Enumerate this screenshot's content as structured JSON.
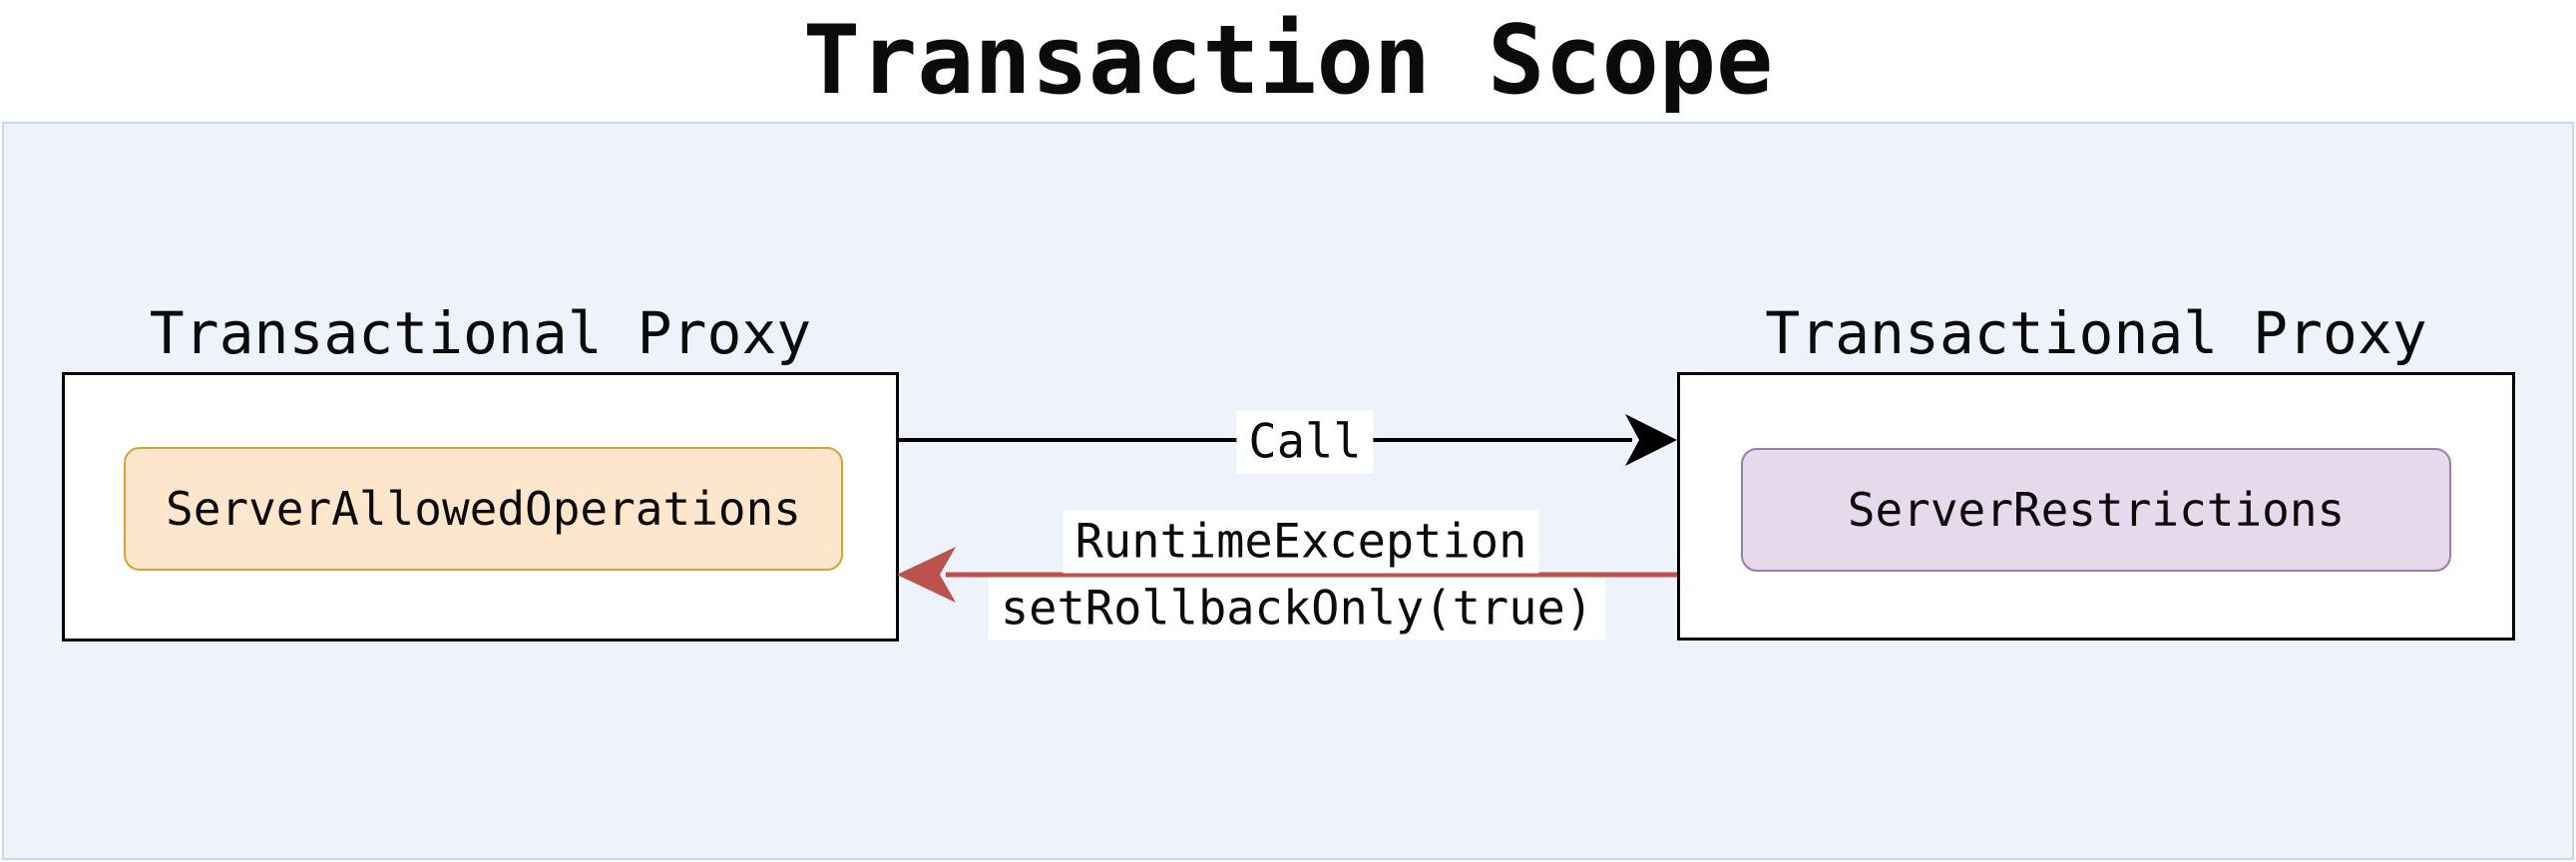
{
  "title": "Transaction Scope",
  "diagram": {
    "left_proxy": {
      "label": "Transactional Proxy",
      "component": "ServerAllowedOperations"
    },
    "right_proxy": {
      "label": "Transactional Proxy",
      "component": "ServerRestrictions"
    },
    "arrows": {
      "call": {
        "label": "Call",
        "direction": "left-to-right",
        "color": "#000000"
      },
      "exception": {
        "label_top": "RuntimeException",
        "label_bottom": "setRollbackOnly(true)",
        "direction": "right-to-left",
        "color": "#bb524d"
      }
    }
  },
  "colors": {
    "panel_bg": "#eef2fb",
    "panel_border": "#ccd7e9",
    "box_bg": "#ffffff",
    "box_border": "#000000",
    "allowed_fill": "#fde6cb",
    "allowed_border": "#d6a135",
    "restrictions_fill": "#e6d9eb",
    "restrictions_border": "#9d7bae",
    "call_arrow": "#000000",
    "exception_arrow": "#bb524d"
  }
}
